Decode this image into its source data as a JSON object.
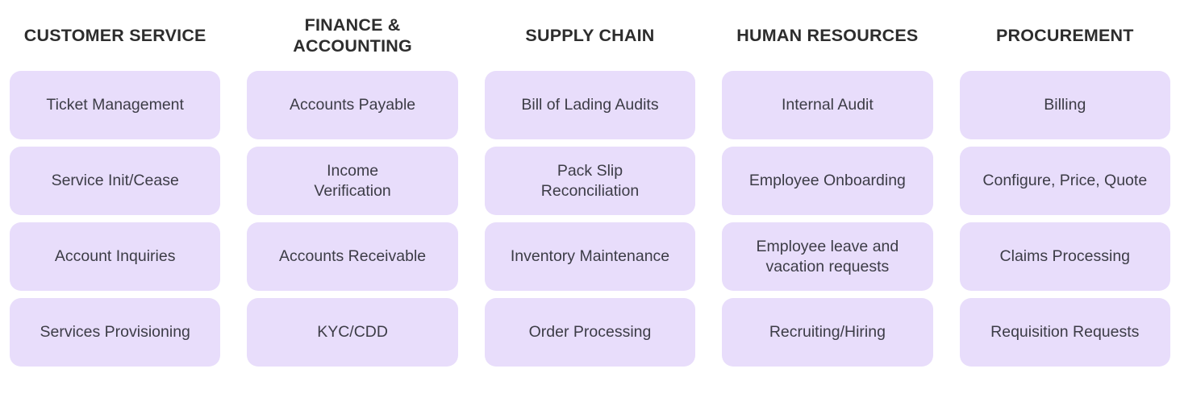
{
  "theme": {
    "page_background": "#ffffff",
    "card_background": "#e8ddfb",
    "header_text_color": "#2d2d2d",
    "card_text_color": "#3c3c46"
  },
  "columns": [
    {
      "header": "CUSTOMER SERVICE",
      "cards": [
        "Ticket Management",
        "Service Init/Cease",
        "Account Inquiries",
        "Services Provisioning"
      ]
    },
    {
      "header": "FINANCE &\nACCOUNTING",
      "cards": [
        "Accounts Payable",
        "Income\nVerification",
        "Accounts Receivable",
        "KYC/CDD"
      ]
    },
    {
      "header": "SUPPLY CHAIN",
      "cards": [
        "Bill of Lading Audits",
        "Pack Slip\nReconciliation",
        "Inventory Maintenance",
        "Order Processing"
      ]
    },
    {
      "header": "HUMAN RESOURCES",
      "cards": [
        "Internal Audit",
        "Employee Onboarding",
        "Employee leave and\nvacation requests",
        "Recruiting/Hiring"
      ]
    },
    {
      "header": "PROCUREMENT",
      "cards": [
        "Billing",
        "Configure, Price, Quote",
        "Claims Processing",
        "Requisition Requests"
      ]
    }
  ]
}
